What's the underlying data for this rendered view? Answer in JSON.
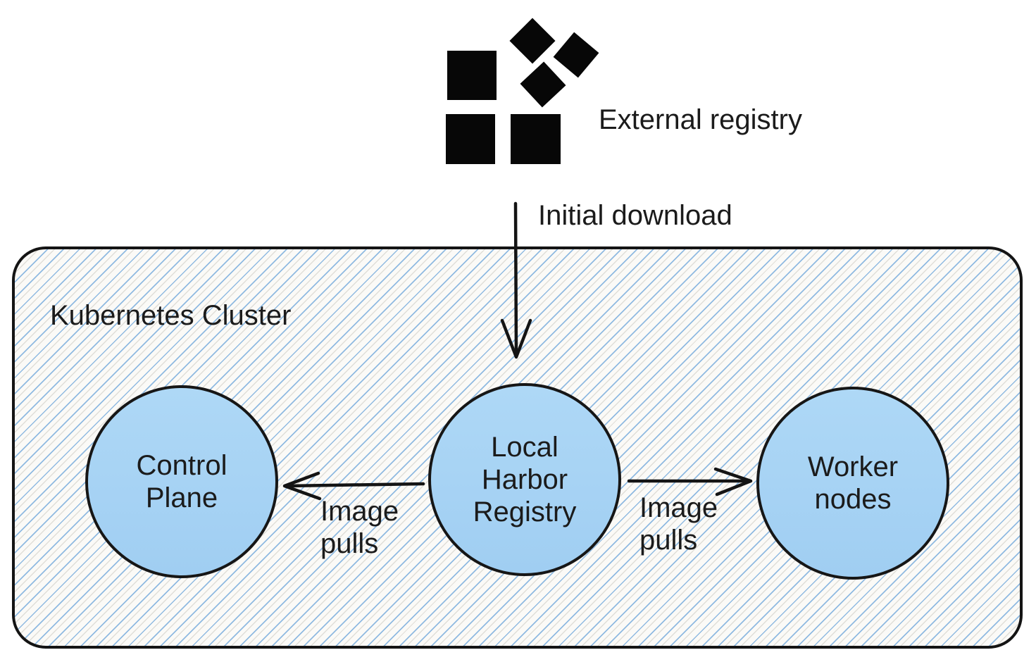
{
  "diagram": {
    "title_hint": "Harbor registry inside a Kubernetes cluster",
    "external_registry": {
      "icon": "registry-squares-icon",
      "label": "External registry"
    },
    "initial_download_label": "Initial download",
    "cluster": {
      "label": "Kubernetes Cluster",
      "nodes": [
        {
          "id": "control-plane",
          "label": "Control\nPlane"
        },
        {
          "id": "local-harbor-registry",
          "label": "Local\nHarbor\nRegistry"
        },
        {
          "id": "worker-nodes",
          "label": "Worker\nnodes"
        }
      ],
      "edges": [
        {
          "from": "external-registry",
          "to": "local-harbor-registry",
          "label": "Initial download",
          "direction": "down"
        },
        {
          "from": "local-harbor-registry",
          "to": "control-plane",
          "label": "Image\npulls",
          "direction": "left"
        },
        {
          "from": "local-harbor-registry",
          "to": "worker-nodes",
          "label": "Image\npulls",
          "direction": "right"
        }
      ]
    },
    "colors": {
      "node_fill": "#a5d2f4",
      "stroke": "#141414",
      "hatch_blue": "#7dafdd",
      "hatch_gray": "#a09d91",
      "box_background": "#fbfaf7",
      "page_background": "#ffffff",
      "text": "#1b1b1b",
      "icon_black": "#070707"
    }
  }
}
